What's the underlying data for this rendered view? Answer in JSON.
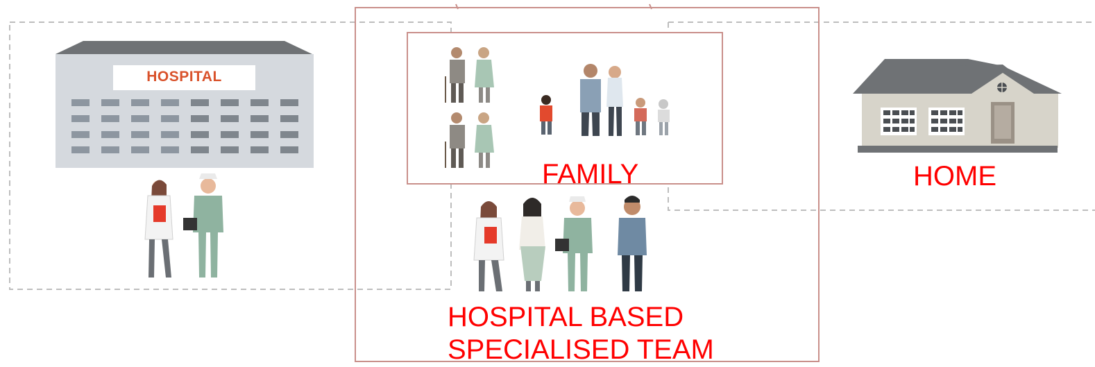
{
  "labels": {
    "hospital_sign": "HOSPITAL",
    "family": "FAMILY",
    "home": "HOME",
    "team_line1": "HOSPITAL BASED",
    "team_line2": "SPECIALISED TEAM"
  },
  "colors": {
    "label_red": "#ff0000",
    "hospital_sign_text": "#d9522b",
    "dashed_border": "#bdbdbd",
    "frame_border": "#c98f8a",
    "building_gray": "#d5d9de",
    "roof_gray": "#6f7275"
  },
  "icons": [
    "hospital-building-icon",
    "house-icon",
    "doctor-icon",
    "nurse-icon",
    "elderly-couple-icon",
    "family-group-icon",
    "care-team-icon"
  ]
}
